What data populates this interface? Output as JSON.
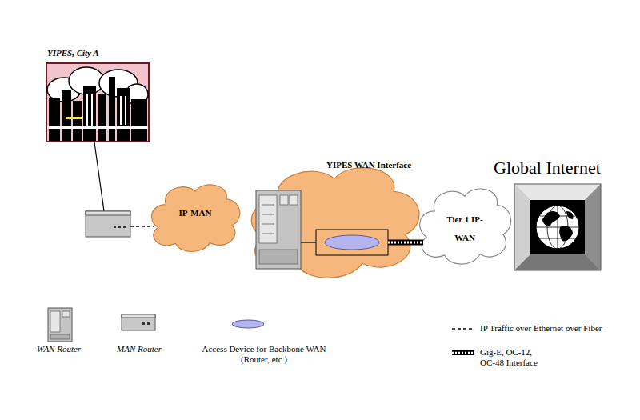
{
  "diagram": {
    "nodes": [
      {
        "text": [
          "YIPES, City A"
        ]
      },
      {
        "text": [
          "IP-MAN"
        ]
      },
      {
        "text": [
          "YIPES WAN Interface"
        ]
      },
      {
        "text": [
          "Tier 1 IP-WAN"
        ]
      },
      {
        "text": [
          "Global Internet"
        ]
      }
    ],
    "edges": [
      {
        "from": 0,
        "to": 1,
        "arrow": "none"
      }
    ],
    "legend": [
      {
        "text": "WAN Router"
      },
      {
        "text": "MAN Router"
      },
      {
        "text": "Access Device for Backbone WAN (Router, etc.)"
      },
      {
        "text": "IP Traffic over Ethernet over Fiber"
      },
      {
        "text": "Gig-E, OC-12, OC-48 Interface"
      }
    ]
  }
}
